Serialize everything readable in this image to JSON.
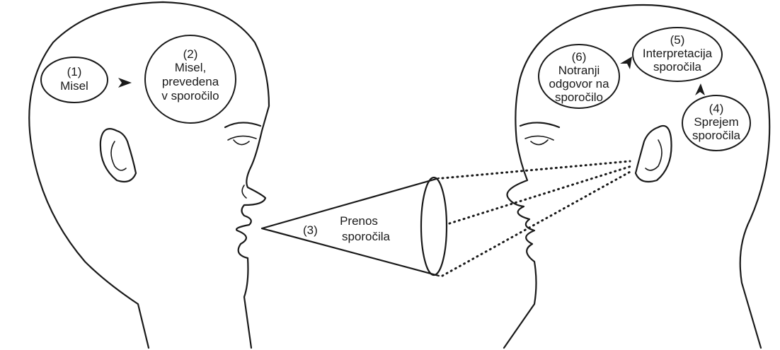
{
  "left_head": {
    "bubble_1": {
      "number": "(1)",
      "lines": [
        "Misel"
      ]
    },
    "bubble_2": {
      "number": "(2)",
      "lines": [
        "Misel,",
        "prevedena",
        "v sporočilo"
      ]
    }
  },
  "transmission": {
    "number": "(3)",
    "lines": [
      "Prenos",
      "sporočila"
    ]
  },
  "right_head": {
    "bubble_4": {
      "number": "(4)",
      "lines": [
        "Sprejem",
        "sporočila"
      ]
    },
    "bubble_5": {
      "number": "(5)",
      "lines": [
        "Interpretacija",
        "sporočila"
      ]
    },
    "bubble_6": {
      "number": "(6)",
      "lines": [
        "Notranji",
        "odgovor na",
        "sporočilo"
      ]
    }
  },
  "colors": {
    "ink": "#1a1a1a",
    "background": "#ffffff"
  }
}
